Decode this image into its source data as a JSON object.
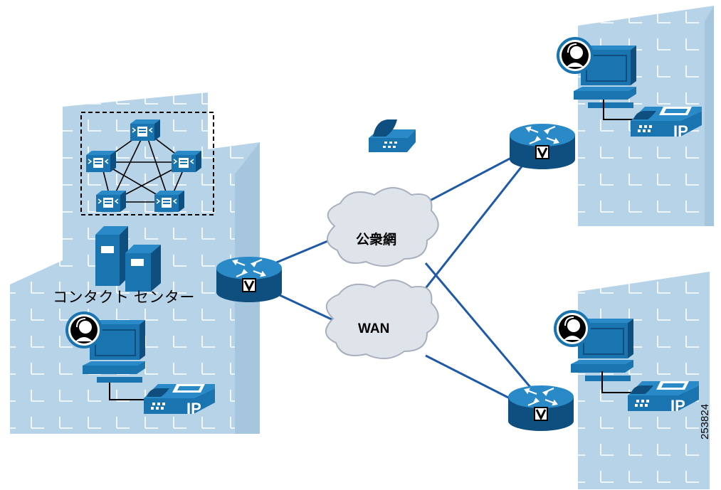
{
  "contact_center_label": "コンタクト センター",
  "pstn_label": "公衆網",
  "wan_label": "WAN",
  "figure_id": "253824",
  "router_badge": "V",
  "ip_phone_badge": "IP",
  "colors": {
    "building_fill": "#b7d3e8",
    "building_line": "#ffffff",
    "device_blue": "#1a74b0",
    "device_dark": "#0f4f80",
    "link_blue": "#1f5aa6",
    "cloud_fill": "#dfe3ea",
    "cloud_stroke": "#a8b0bd"
  }
}
